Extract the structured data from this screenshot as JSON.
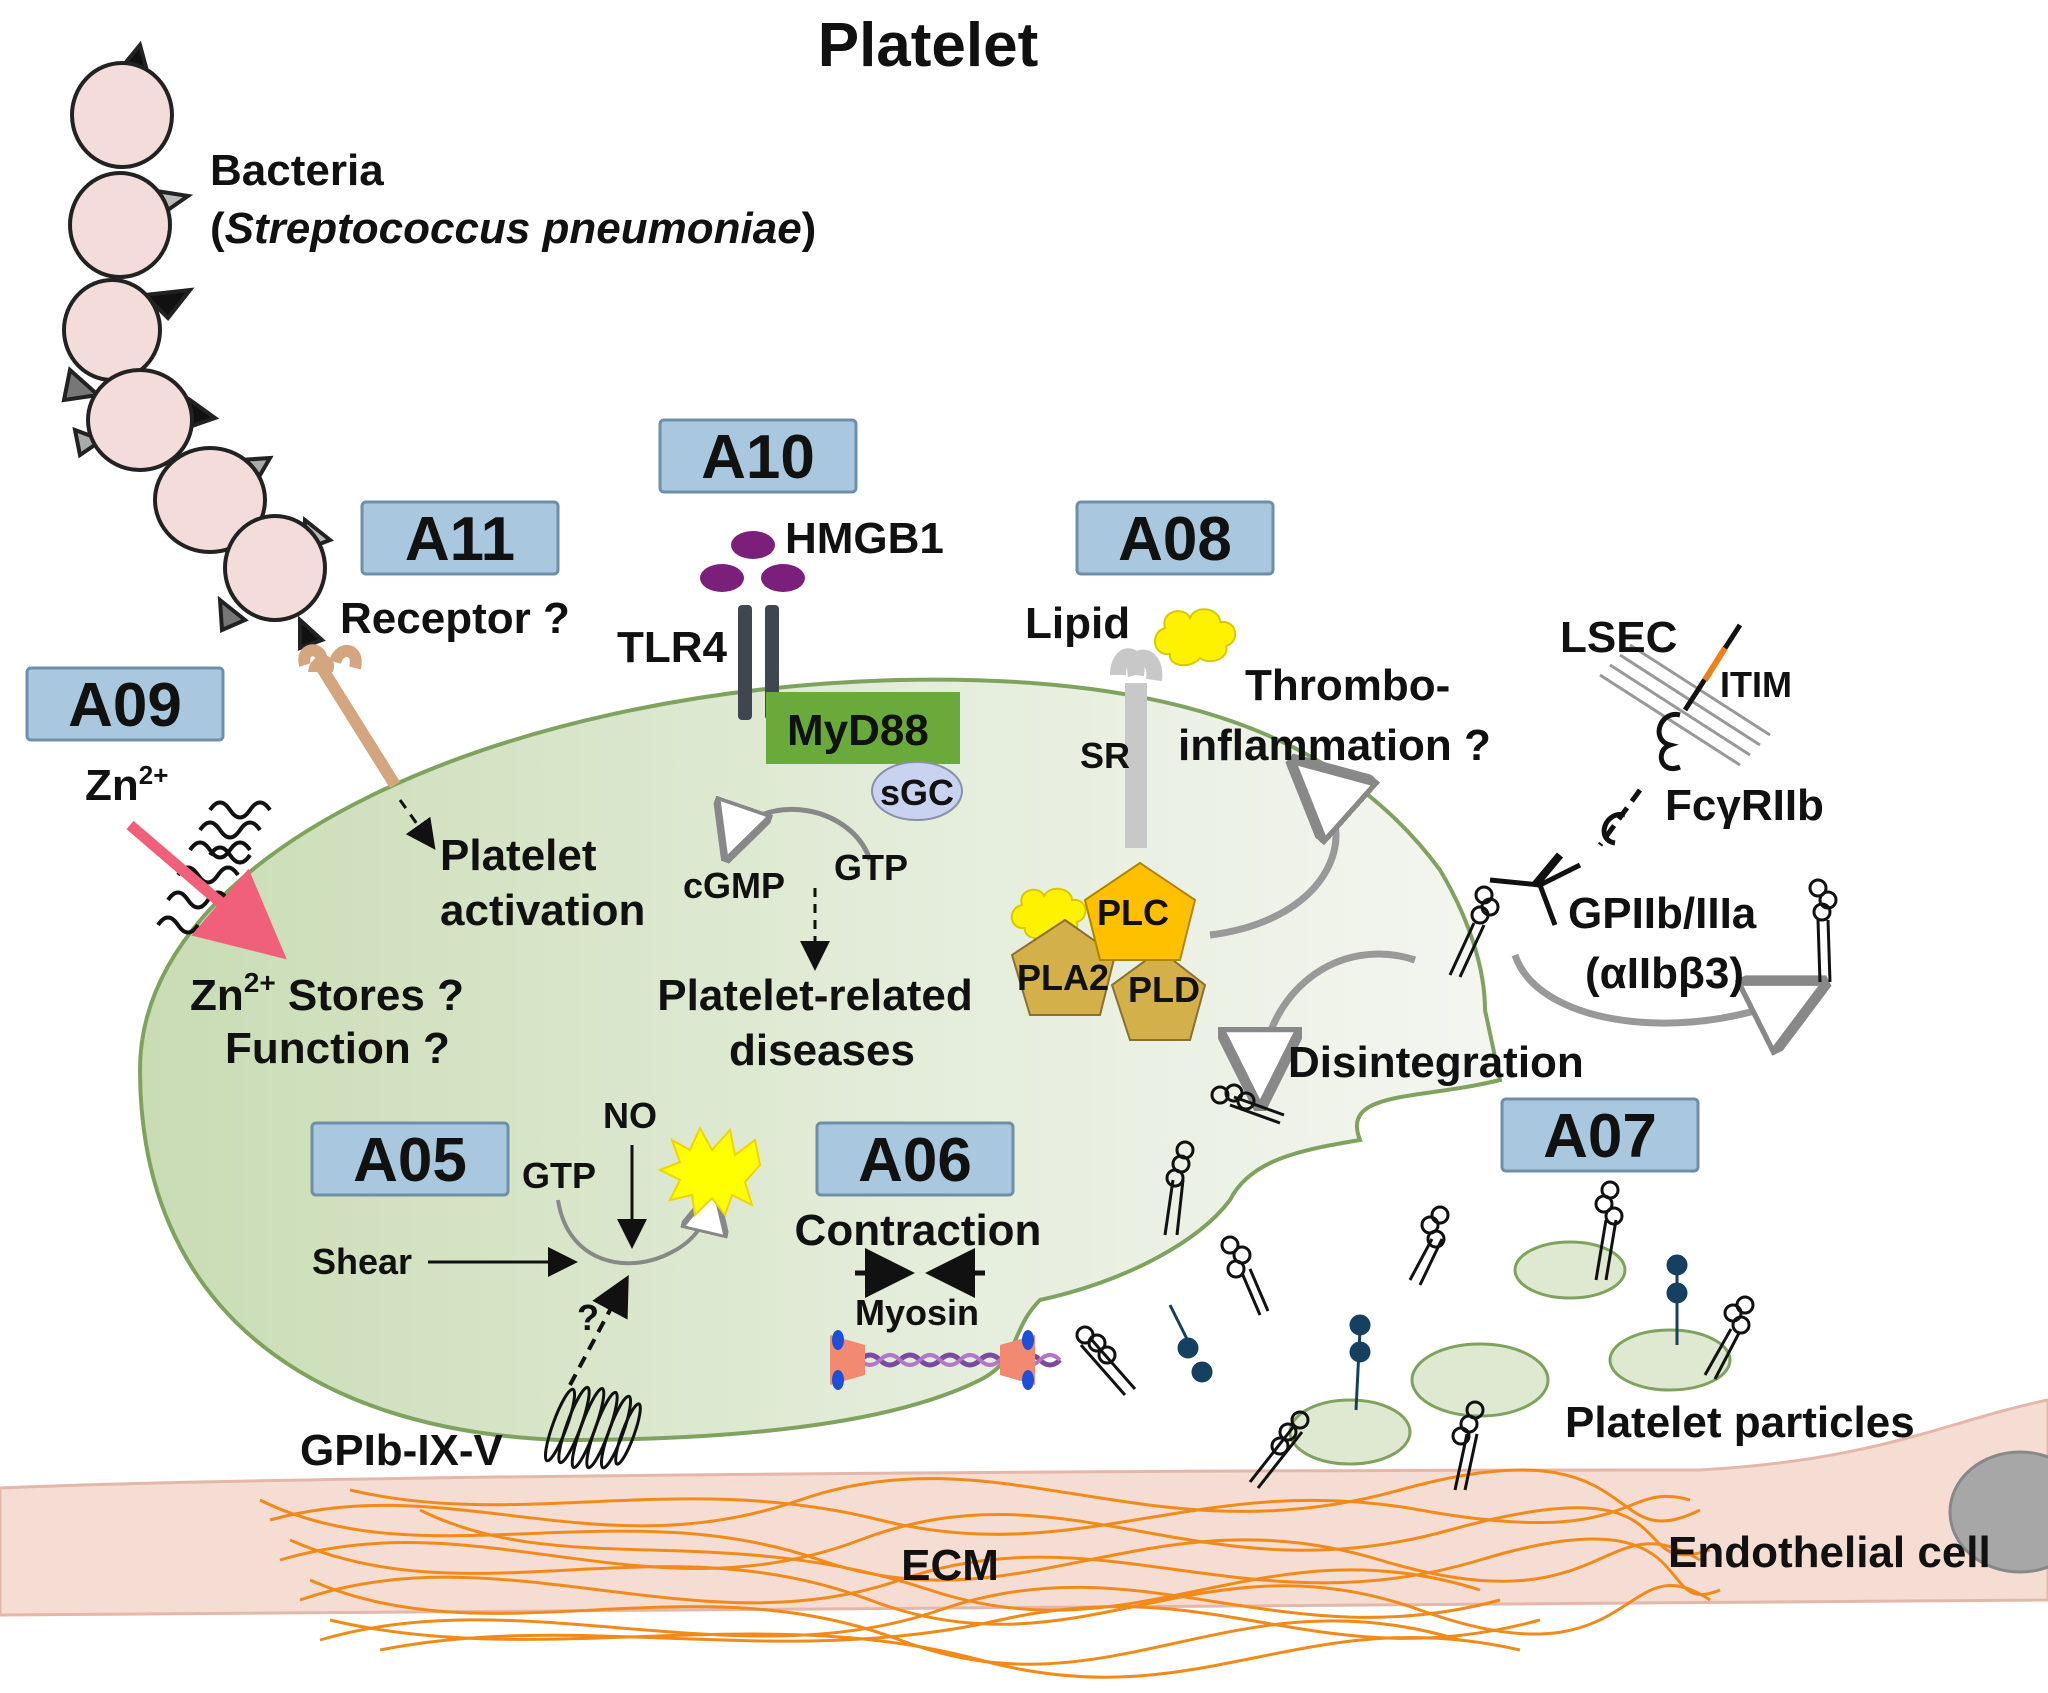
{
  "title": "Platelet",
  "bacteria": {
    "name": "Bacteria",
    "species_open": "(",
    "species": "Streptococcus pneumoniae",
    "species_close": ")"
  },
  "modules": {
    "a05": "A05",
    "a06": "A06",
    "a07": "A07",
    "a08": "A08",
    "a09": "A09",
    "a10": "A10",
    "a11": "A11"
  },
  "labels": {
    "receptor": "Receptor ?",
    "hmgb1": "HMGB1",
    "tlr4": "TLR4",
    "myd88": "MyD88",
    "sgc": "sGC",
    "cgmp": "cGMP",
    "gtp_top": "GTP",
    "platelet_activation_1": "Platelet",
    "platelet_activation_2": "activation",
    "platelet_diseases_1": "Platelet-related",
    "platelet_diseases_2": "diseases",
    "zn_ion": "Zn",
    "zn_sup": "2+",
    "zn_stores_prefix": "Zn",
    "zn_stores_sup": "2+",
    "zn_stores_rest": " Stores ?",
    "function": "Function ?",
    "lipid": "Lipid",
    "sr": "SR",
    "thrombo_1": "Thrombo-",
    "thrombo_2": "inflammation ?",
    "plc": "PLC",
    "pla2": "PLA2",
    "pld": "PLD",
    "lsec": "LSEC",
    "itim": "ITIM",
    "fcgr": "FcγRIIb",
    "gpiib_1": "GPIIb/IIIa",
    "gpiib_2": "(αIIbβ3)",
    "disintegration": "Disintegration",
    "no": "NO",
    "gtp_bottom": "GTP",
    "shear": "Shear",
    "question": "?",
    "contraction": "Contraction",
    "myosin": "Myosin",
    "gpib": "GPIb-IX-V",
    "ecm": "ECM",
    "platelet_particles": "Platelet particles",
    "endothelial": "Endothelial cell"
  },
  "colors": {
    "cell_fill": "#dfe9d2",
    "cell_stroke": "#7fa35f",
    "bacteria_fill": "#f3dcda",
    "module_box": "#a9c7df",
    "myd88": "#6aaa3a",
    "sgc": "#c9d3ef",
    "hmgb1": "#7b1f7b",
    "lipid": "#fff200",
    "plc": "#ffc000",
    "pla2_pld": "#d3b04a",
    "ecm": "#f28a1a",
    "zn_arrow": "#f0607a",
    "endothelial": "#f6ddd3",
    "nucleus": "#a7a7a7"
  }
}
